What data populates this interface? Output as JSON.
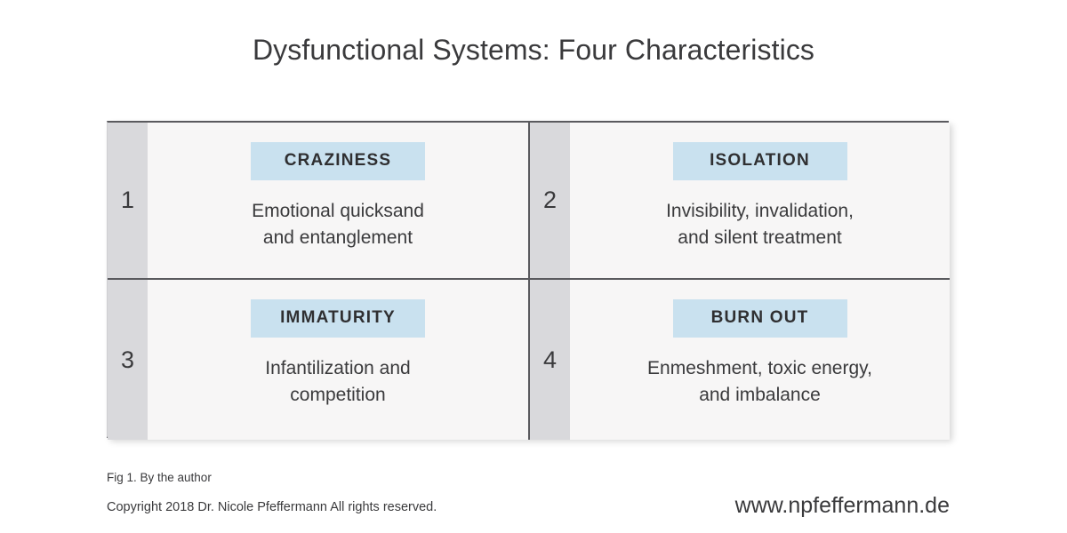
{
  "title": "Dysfunctional Systems: Four Characteristics",
  "colors": {
    "badge_background": "#c9e1ef",
    "index_strip_background": "#d9d9dc",
    "cell_background": "#f7f6f6",
    "border": "#5a5a5e",
    "text": "#3a3a3c",
    "page_background": "#ffffff"
  },
  "matrix": {
    "quadrants": [
      {
        "index": "1",
        "label": "CRAZINESS",
        "description": "Emotional quicksand\nand entanglement"
      },
      {
        "index": "2",
        "label": "ISOLATION",
        "description": "Invisibility, invalidation,\nand silent treatment"
      },
      {
        "index": "3",
        "label": "IMMATURITY",
        "description": "Infantilization and\ncompetition"
      },
      {
        "index": "4",
        "label": "BURN OUT",
        "description": "Enmeshment, toxic energy,\nand imbalance"
      }
    ]
  },
  "footer": {
    "credit": "Fig 1. By the author",
    "copyright": "Copyright 2018 Dr. Nicole Pfeffermann All rights reserved.",
    "website": "www.npfeffermann.de"
  }
}
